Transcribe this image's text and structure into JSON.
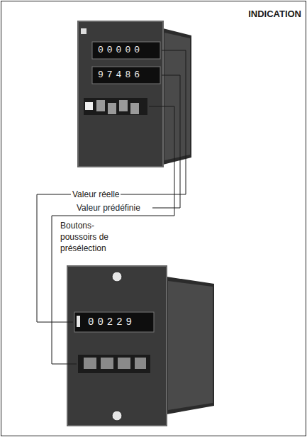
{
  "diagram": {
    "title": "INDICATION",
    "labels": [
      "00000",
      "97486",
      "Valeur réelle",
      "Valeur prédéfinie",
      "Boutons- poussoirs de présélection",
      "00229"
    ]
  }
}
